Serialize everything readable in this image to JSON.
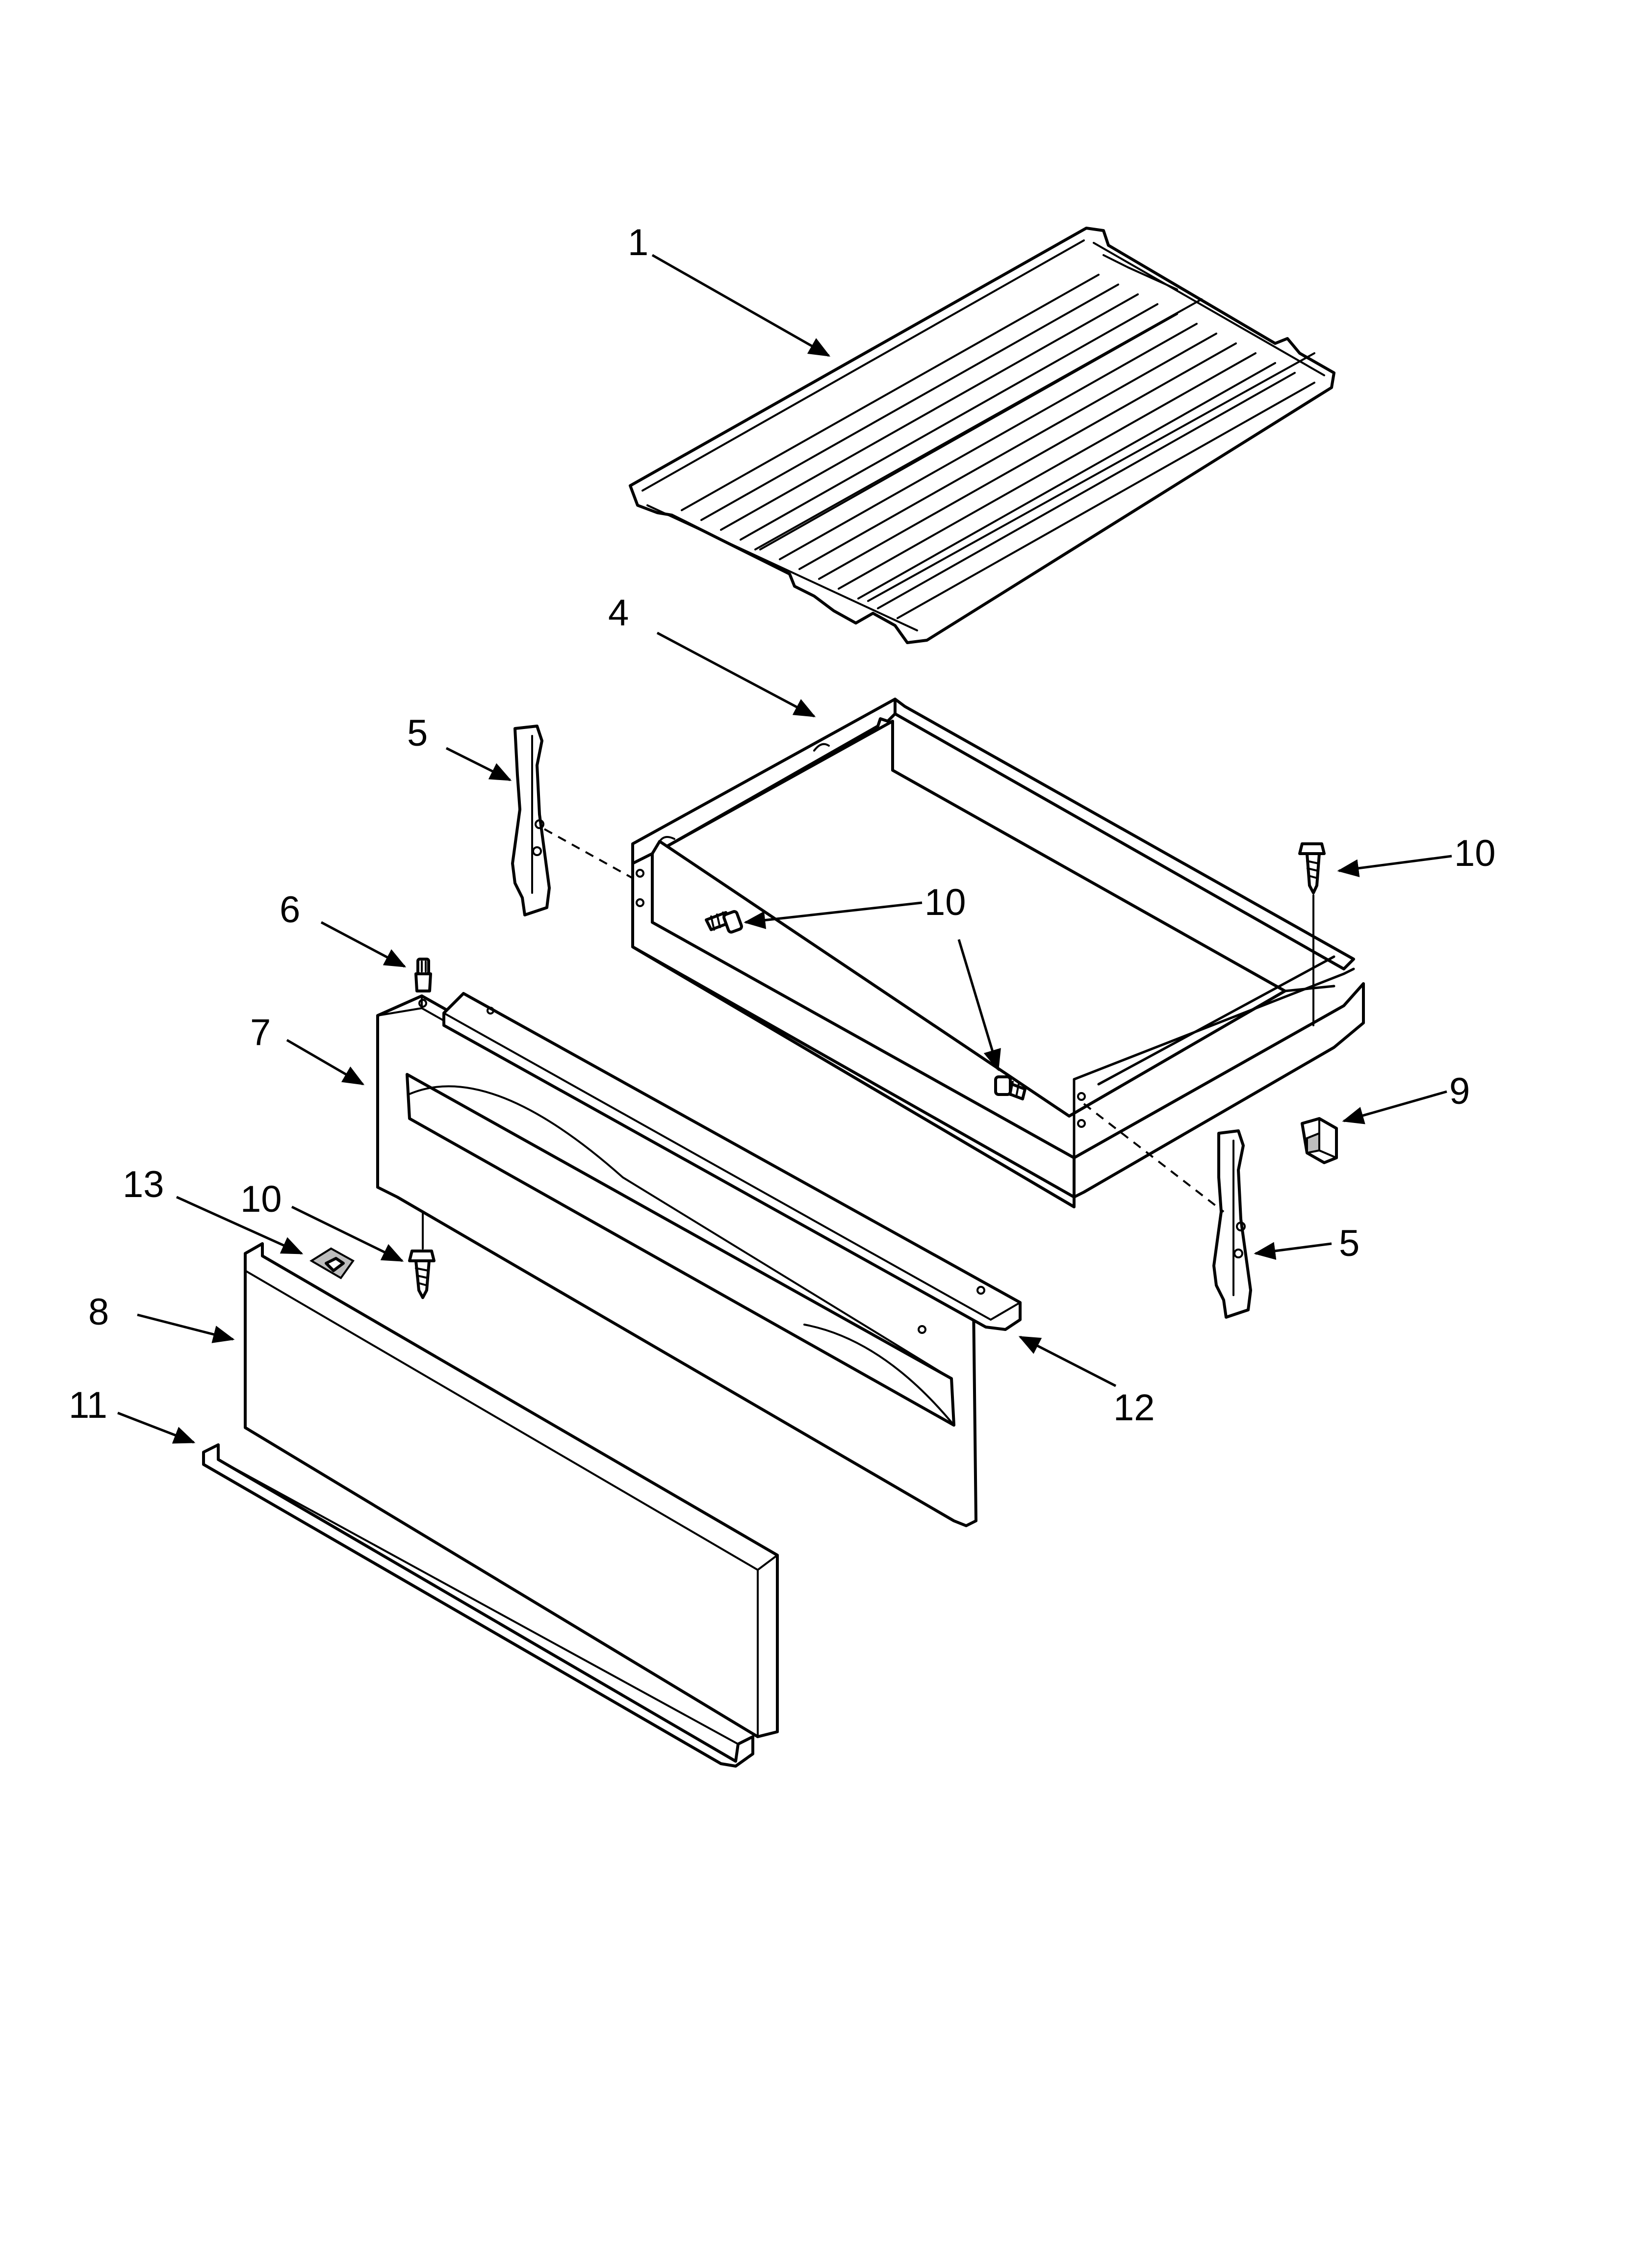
{
  "callouts": {
    "c1": "1",
    "c4": "4",
    "c5a": "5",
    "c5b": "5",
    "c6": "6",
    "c7": "7",
    "c8": "8",
    "c9": "9",
    "c10a": "10",
    "c10b": "10",
    "c10c": "10",
    "c11": "11",
    "c12": "12",
    "c13": "13"
  }
}
